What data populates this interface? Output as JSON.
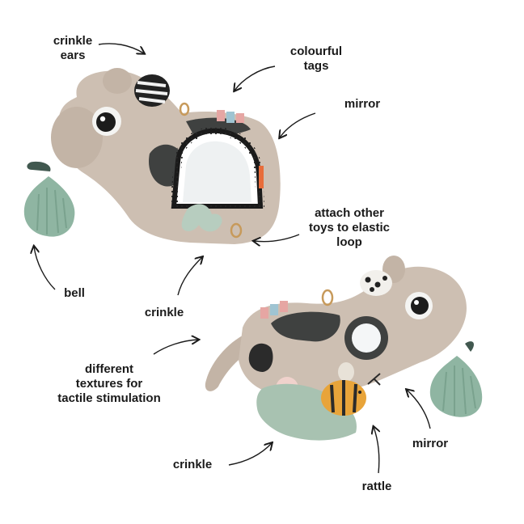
{
  "labels": {
    "crinkle_ears": "crinkle\nears",
    "colourful_tags": "colourful\ntags",
    "mirror_top": "mirror",
    "attach_loop": "attach other\ntoys to elastic\nloop",
    "bell": "bell",
    "crinkle_mid": "crinkle",
    "textures": "different\ntextures for\ntactile stimulation",
    "mirror_bottom": "mirror",
    "crinkle_bottom": "crinkle",
    "rattle": "rattle"
  },
  "colors": {
    "plush": "#cdbfb2",
    "plush_dark": "#b8a899",
    "cord_dark": "#3f4140",
    "pear": "#8fb5a2",
    "leaf": "#41584f",
    "bee": "#e8a43a",
    "tag_pink": "#e6a6a3",
    "tag_blue": "#9fc4d2",
    "tag_orange": "#e86c3a",
    "arrow": "#1a1a1a"
  }
}
